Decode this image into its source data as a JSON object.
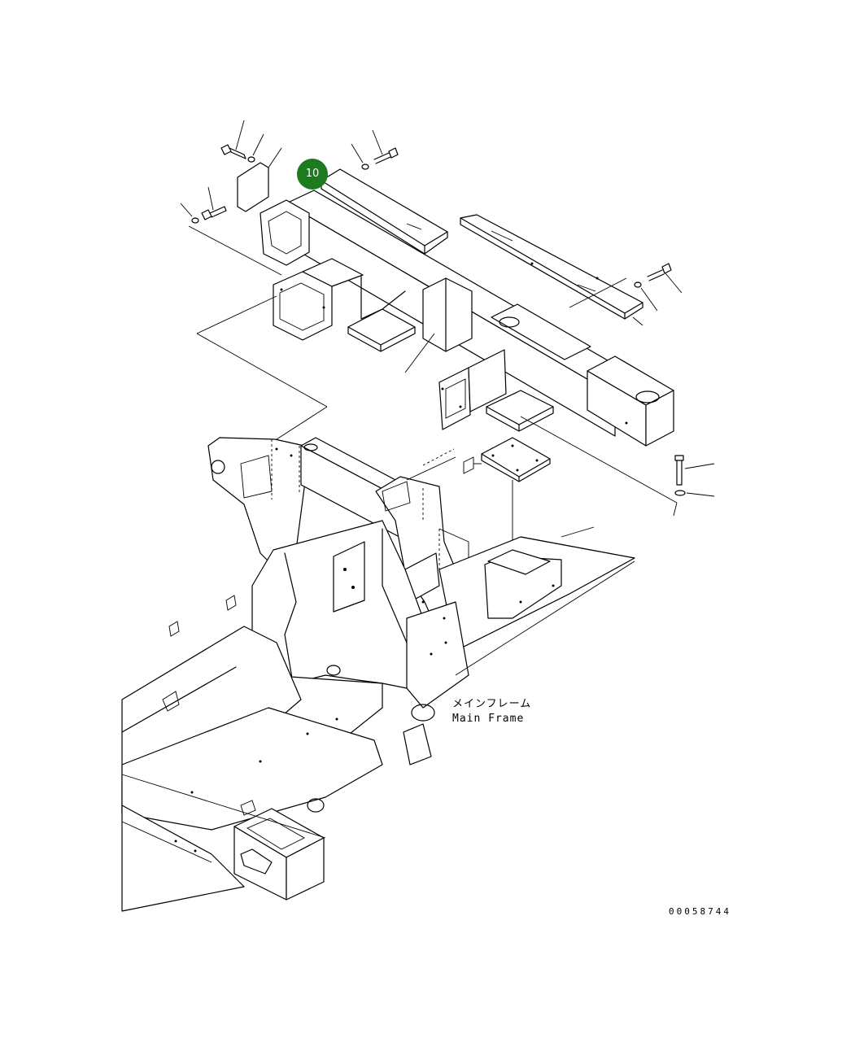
{
  "callout": {
    "number": "10",
    "color": "#1e7a1e"
  },
  "labels": {
    "main_frame_jp": "メインフレーム",
    "main_frame_en": "Main Frame"
  },
  "drawing_number": "00058744"
}
